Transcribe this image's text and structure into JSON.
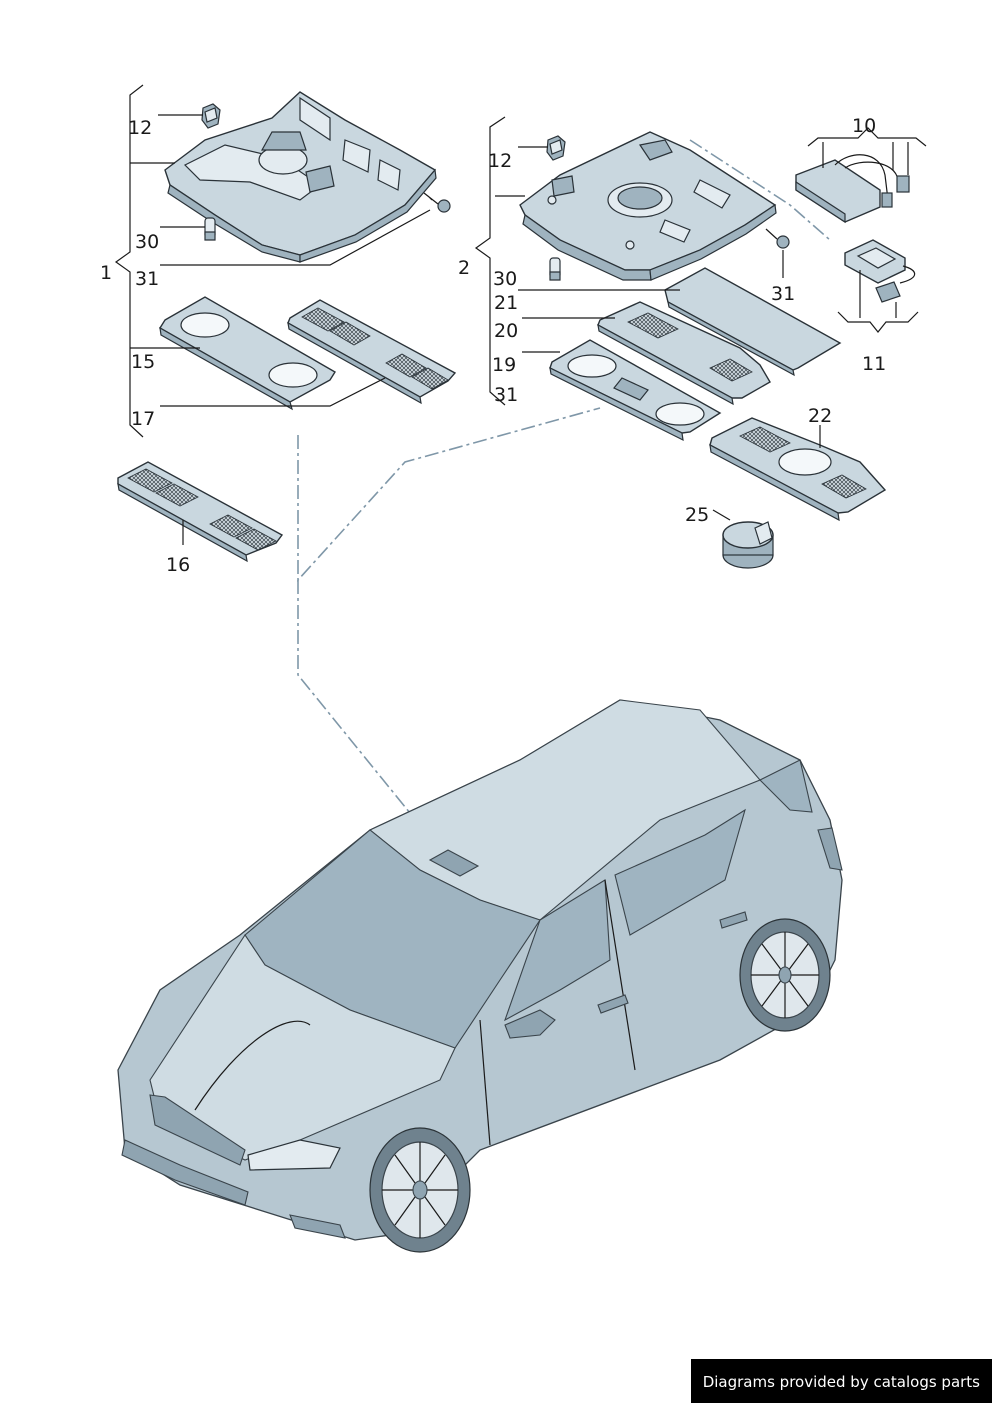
{
  "labels": {
    "l1": "1",
    "l2": "2",
    "l10": "10",
    "l11": "11",
    "l12a": "12",
    "l12b": "12",
    "l15": "15",
    "l16": "16",
    "l17": "17",
    "l19": "19",
    "l20": "20",
    "l21": "21",
    "l22": "22",
    "l25": "25",
    "l30a": "30",
    "l30b": "30",
    "l31a": "31",
    "l31b": "31",
    "l31c": "31"
  },
  "footer": {
    "text": "Diagrams provided by catalogs parts"
  }
}
